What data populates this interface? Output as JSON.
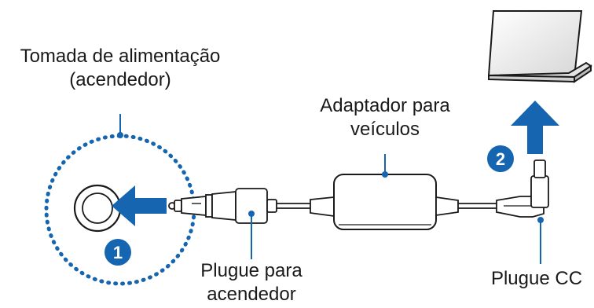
{
  "labels": {
    "socket": [
      "Tomada de alimentação",
      "(acendedor)"
    ],
    "adapter": [
      "Adaptador para",
      "veículos"
    ],
    "lighter_plug": [
      "Plugue para",
      "acendedor"
    ],
    "dc_plug": "Plugue CC"
  },
  "steps": [
    "1",
    "2"
  ],
  "colors": {
    "accent": "#1565b0",
    "outline": "#1a1a1a",
    "fill": "#ffffff",
    "shade": "#e4e4e4"
  }
}
